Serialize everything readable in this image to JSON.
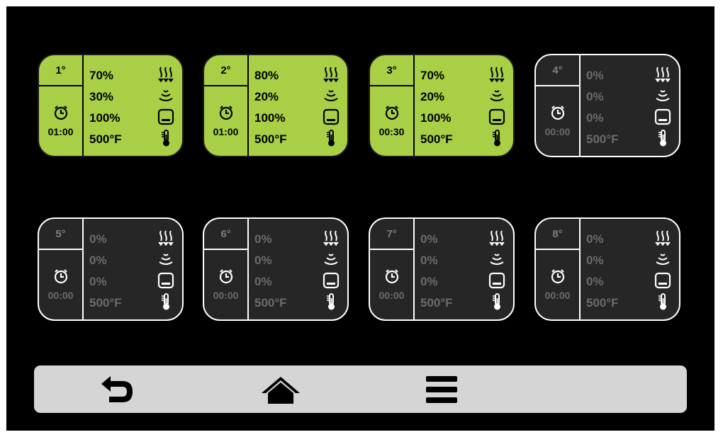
{
  "programs": [
    {
      "step": "1°",
      "time": "01:00",
      "top": "70%",
      "bottom": "30%",
      "steam": "100%",
      "temp": "500°F",
      "active": true
    },
    {
      "step": "2°",
      "time": "01:00",
      "top": "80%",
      "bottom": "20%",
      "steam": "100%",
      "temp": "500°F",
      "active": true
    },
    {
      "step": "3°",
      "time": "00:30",
      "top": "70%",
      "bottom": "20%",
      "steam": "100%",
      "temp": "500°F",
      "active": true
    },
    {
      "step": "4°",
      "time": "00:00",
      "top": "0%",
      "bottom": "0%",
      "steam": "0%",
      "temp": "500°F",
      "active": false
    },
    {
      "step": "5°",
      "time": "00:00",
      "top": "0%",
      "bottom": "0%",
      "steam": "0%",
      "temp": "500°F",
      "active": false
    },
    {
      "step": "6°",
      "time": "00:00",
      "top": "0%",
      "bottom": "0%",
      "steam": "0%",
      "temp": "500°F",
      "active": false
    },
    {
      "step": "7°",
      "time": "00:00",
      "top": "0%",
      "bottom": "0%",
      "steam": "0%",
      "temp": "500°F",
      "active": false
    },
    {
      "step": "8°",
      "time": "00:00",
      "top": "0%",
      "bottom": "0%",
      "steam": "0%",
      "temp": "500°F",
      "active": false
    }
  ],
  "icons": {
    "top": "top-heat-icon",
    "bottom": "bottom-heat-icon",
    "steam": "steam-tray-icon",
    "temp": "thermometer-icon",
    "timer": "alarm-clock-icon"
  },
  "colors": {
    "active": "#a8cf45",
    "inactive": "#262626",
    "navbar": "#d5d5d5"
  },
  "navbar": {
    "items": [
      "back-icon",
      "home-icon",
      "menu-icon"
    ]
  }
}
